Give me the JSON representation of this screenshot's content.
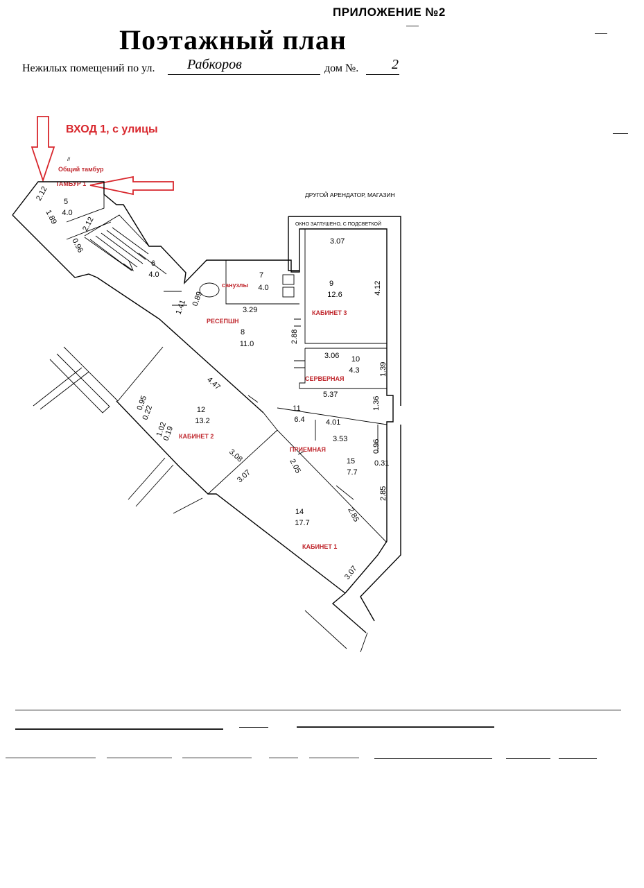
{
  "header": {
    "appendix": "ПРИЛОЖЕНИЕ №2",
    "title": "Поэтажный план",
    "subtitle": "Нежилых помещений по ул.",
    "street": "Рабкоров",
    "house_label": "дом №.",
    "house_number": "2"
  },
  "labels": {
    "entry": "ВХОД 1, с улицы",
    "common_vestibule": "Общий тамбур",
    "vestibule_1": "ТАМБУР 1",
    "other_tenant": "ДРУГОЙ АРЕНДАТОР, МАГАЗИН",
    "window_note": "ОКНО ЗАГЛУШЕНО, С ПОДСВЕТКОЙ",
    "wc": "санузлы",
    "reception": "РЕСЕПШН",
    "office_3": "КАБИНЕТ 3",
    "server_room": "СЕРВЕРНАЯ",
    "office_2": "КАБИНЕТ 2",
    "waiting_room": "ПРИЕМНАЯ",
    "office_1": "КАБИНЕТ 1"
  },
  "rooms": [
    {
      "num": "5",
      "area": "4.0"
    },
    {
      "num": "6",
      "area": "4.0"
    },
    {
      "num": "7",
      "area": "4.0"
    },
    {
      "num": "8",
      "area": "11.0"
    },
    {
      "num": "9",
      "area": "12.6"
    },
    {
      "num": "10",
      "area": "4.3"
    },
    {
      "num": "11",
      "area": "6.4"
    },
    {
      "num": "12",
      "area": "13.2"
    },
    {
      "num": "14",
      "area": "17.7"
    },
    {
      "num": "15",
      "area": "7.7"
    }
  ],
  "dimensions": {
    "d_2_12_a": "2.12",
    "d_1_89": "1.89",
    "d_2_12_b": "2.12",
    "d_0_96_a": "0.96",
    "d_3_07_top": "3.07",
    "d_4_12": "4.12",
    "d_3_29": "3.29",
    "d_1_41": "1.41",
    "d_0_89": "0.89",
    "d_2_88": "2.88",
    "d_3_06": "3.06",
    "d_1_39": "1.39",
    "d_5_37": "5.37",
    "d_1_36": "1.36",
    "d_4_47": "4.47",
    "d_4_01": "4.01",
    "d_3_53": "3.53",
    "d_0_96_b": "0.96",
    "d_0_31": "0.31",
    "d_0_95": "0.95",
    "d_0_22": "0.22",
    "d_1_02": "1.02",
    "d_0_19": "0.19",
    "d_3_08": "3.08",
    "d_3_07_mid": "3.07",
    "d_2_05": "2.05",
    "d_2_85_a": "2.85",
    "d_2_85_b": "2.85",
    "d_3_07_bottom": "3.07"
  },
  "colors": {
    "accent_red": "#d8262c",
    "label_red": "#c0282e"
  }
}
